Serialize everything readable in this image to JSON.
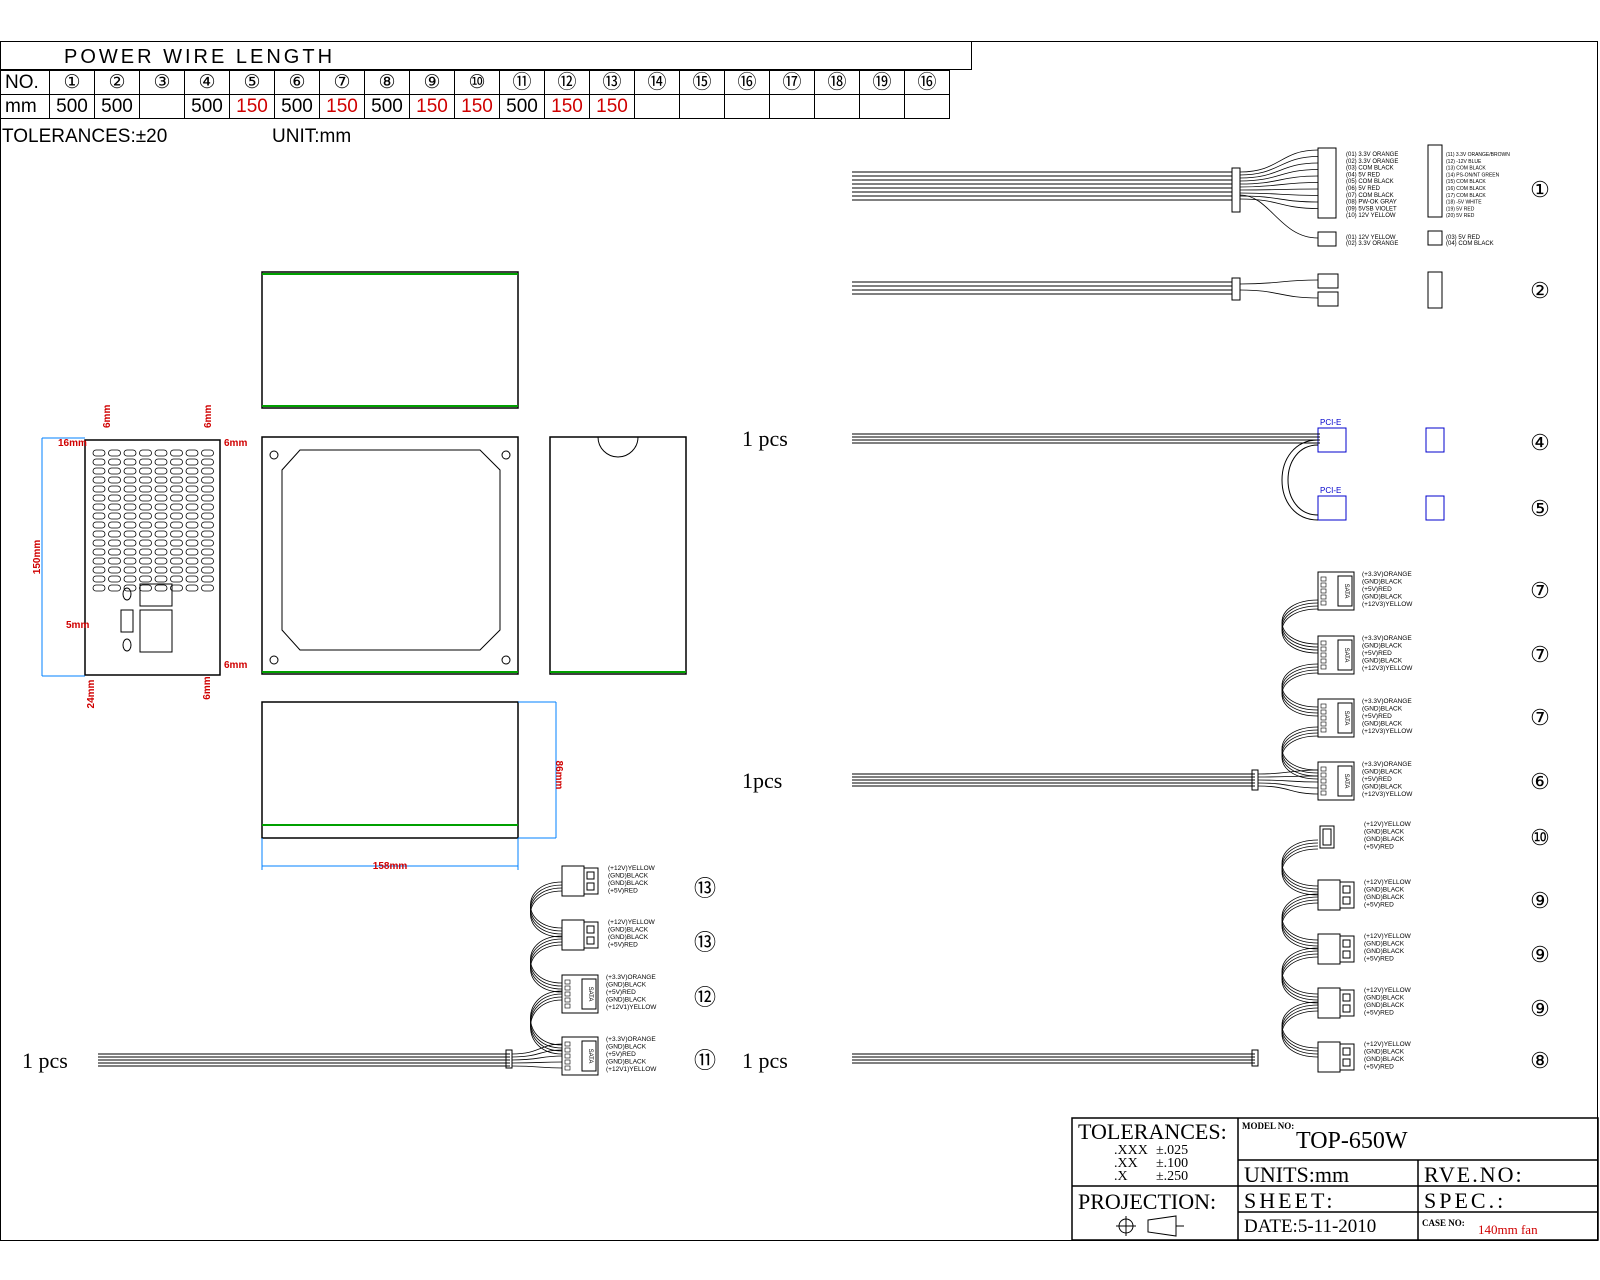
{
  "wire_table": {
    "title": "POWER  WIRE  LENGTH",
    "row_no_label": "NO.",
    "row_mm_label": "mm",
    "numbers": [
      "①",
      "②",
      "③",
      "④",
      "⑤",
      "⑥",
      "⑦",
      "⑧",
      "⑨",
      "⑩",
      "⑪",
      "⑫",
      "⑬",
      "⑭",
      "⑮",
      "⑯",
      "⑰",
      "⑱",
      "⑲",
      "⑯"
    ],
    "lengths": [
      "500",
      "500",
      "",
      "500",
      "150",
      "500",
      "150",
      "500",
      "150",
      "150",
      "500",
      "150",
      "150",
      "",
      "",
      "",
      "",
      "",
      "",
      ""
    ],
    "red_indices": [
      4,
      6,
      8,
      9,
      11,
      12
    ],
    "tolerances": "TOLERANCES:±20",
    "unit": "UNIT:mm"
  },
  "psu_dims": {
    "d16": "16mm",
    "d6a": "6mm",
    "d6b": "6mm",
    "d6c": "6mm",
    "d150": "150mm",
    "d5": "5mm",
    "d6d": "6mm",
    "d24": "24mm",
    "d6e": "6mm",
    "d86": "86mm",
    "d158": "158mm"
  },
  "connectors": {
    "c1_label": "①",
    "c2_label": "②",
    "c4_label": "④",
    "c5_label": "⑤",
    "c7a_label": "⑦",
    "c7b_label": "⑦",
    "c7c_label": "⑦",
    "c6_label": "⑥",
    "c10_label": "⑩",
    "c9a_label": "⑨",
    "c9b_label": "⑨",
    "c9c_label": "⑨",
    "c8_label": "⑧",
    "c13a_label": "⑬",
    "c13b_label": "⑬",
    "c12_label": "⑫",
    "c11_label": "⑪",
    "pcie_label": "PCI-E",
    "sata_label": "SATA",
    "pcs_1": "1 pcs",
    "pcs_2": "1pcs",
    "pcs_3": "1 pcs",
    "pcs_4": "1 pcs"
  },
  "sata_lines": [
    "(+3.3V)ORANGE",
    "(GND)BLACK",
    "(+5V)RED",
    "(GND)BLACK",
    "(+12V3)YELLOW"
  ],
  "sata_lines_left": [
    "(+3.3V)ORANGE",
    "(GND)BLACK",
    "(+5V)RED",
    "(GND)BLACK",
    "(+12V1)YELLOW"
  ],
  "molex_lines": [
    "(+12V)YELLOW",
    "(GND)BLACK",
    "(GND)BLACK",
    "(+5V)RED"
  ],
  "atx_left": [
    "(01) 3.3V ORANGE",
    "(02) 3.3V ORANGE",
    "(03) COM BLACK",
    "(04) 5V RED",
    "(05) COM BLACK",
    "(06) 5V RED",
    "(07) COM BLACK",
    "(08) PW-OK GRAY",
    "(09) 5VSB VIOLET",
    "(10) 12V YELLOW"
  ],
  "atx_right": [
    "(11) 3.3V ORANGE/BROWN",
    "(12) -12V BLUE",
    "(13) COM BLACK",
    "(14) PS-ON/NT GREEN",
    "(15) COM BLACK",
    "(16) COM BLACK",
    "(17) COM BLACK",
    "(18) -5V WHITE",
    "(19) 5V RED",
    "(20) 5V RED"
  ],
  "atx_aux": [
    "(01) 12V YELLOW",
    "(02) 3.3V ORANGE",
    "(03) 5V RED",
    "(04) COM BLACK"
  ],
  "title_block": {
    "tolerances": "TOLERANCES:",
    "xxx": ".XXX",
    "xxx_v": "±.025",
    "xx": ".XX",
    "xx_v": "±.100",
    "x": ".X",
    "x_v": "±.250",
    "projection": "PROJECTION:",
    "model_label": "MODEL NO:",
    "model": "TOP-650W",
    "units": "UNITS:mm",
    "rve": "RVE.NO:",
    "sheet": "SHEET:",
    "spec": "SPEC.:",
    "date": "DATE:5-11-2010",
    "case_label": "CASE NO:",
    "case": "140mm fan"
  },
  "colors": {
    "red": "#d00000",
    "green": "#00a000",
    "blue": "#0000cc",
    "dim": "#0080ff"
  }
}
